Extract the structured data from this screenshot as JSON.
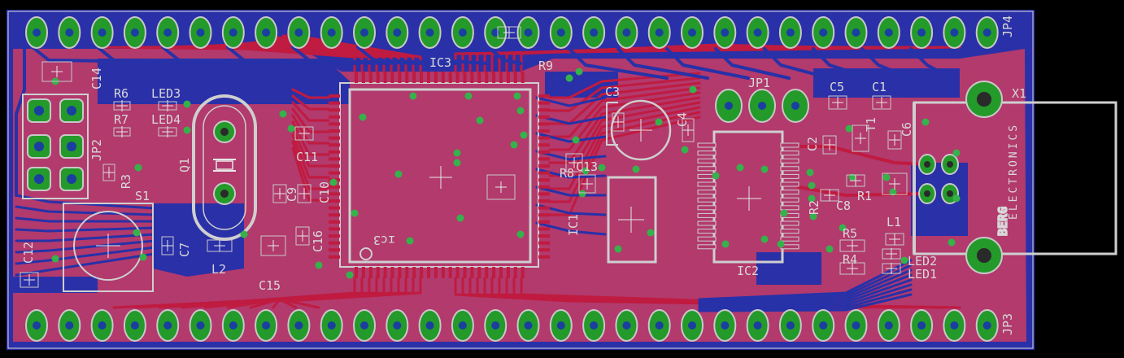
{
  "board": {
    "colors": {
      "background": "#000000",
      "pcb_top": "#b23a6d",
      "pcb_bottom": "#2a30a8",
      "copper_top": "#c01b40",
      "pad": "#239a2a",
      "silkscreen": "#d8d8d8"
    },
    "logo_text": "BERG",
    "logo_subtext": "ELECTRONICS",
    "labels": {
      "jp4": "JP4",
      "jp3": "JP3",
      "jp1": "JP1",
      "jp2": "JP2",
      "x1": "X1",
      "ic1": "IC1",
      "ic2": "IC2",
      "ic3": "IC3",
      "ic3_mirror": "ɪc3",
      "q1": "Q1",
      "s1": "S1",
      "l1": "L1",
      "l2": "L2",
      "led1": "LED1",
      "led2": "LED2",
      "led3": "LED3",
      "led4": "LED4",
      "r1": "R1",
      "r2": "R2",
      "r3": "R3",
      "r4": "R4",
      "r5": "R5",
      "r6": "R6",
      "r7": "R7",
      "r8": "R8",
      "r9": "R9",
      "c1": "C1",
      "c2": "C2",
      "c3": "C3",
      "c4": "C4",
      "c5": "C5",
      "c6": "C6",
      "c7": "C7",
      "c8": "C8",
      "c9": "C9",
      "c10": "C10",
      "c11": "C11",
      "c12": "C12",
      "c13": "C13",
      "c14": "C14",
      "c15": "C15",
      "c16": "C16",
      "t1": "T1"
    }
  }
}
